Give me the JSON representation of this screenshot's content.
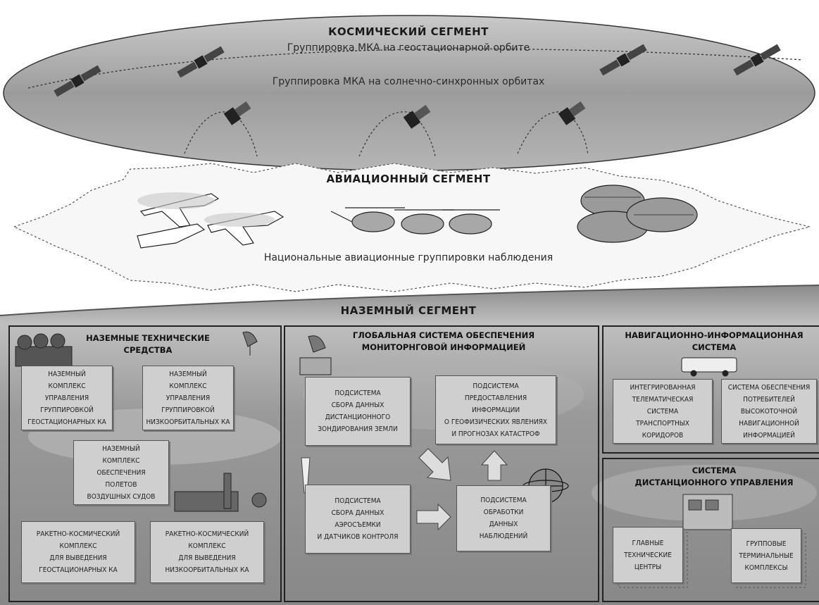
{
  "space": {
    "title": "КОСМИЧЕСКИЙ СЕГМЕНТ",
    "geo_label": "Группировка МКА на геостационарной орбите",
    "sso_label": "Группировка МКА на солнечно-синхронных орбитах"
  },
  "aviation": {
    "title": "АВИАЦИОННЫЙ СЕГМЕНТ",
    "label": "Национальные авиационные группировки наблюдения"
  },
  "ground": {
    "title": "НАЗЕМНЫЙ СЕГМЕНТ",
    "tech": {
      "title": "НАЗЕМНЫЕ ТЕХНИЧЕСКИЕ\nСРЕДСТВА",
      "boxes": [
        "НАЗЕМНЫЙ\nКОМПЛЕКС\nУПРАВЛЕНИЯ\nГРУППИРОВКОЙ\nГЕОСТАЦИОНАРНЫХ КА",
        "НАЗЕМНЫЙ\nКОМПЛЕКС\nУПРАВЛЕНИЯ\nГРУППИРОВКОЙ\nНИЗКООРБИТАЛЬНЫХ КА",
        "НАЗЕМНЫЙ\nКОМПЛЕКС\nОБЕСПЕЧЕНИЯ\nПОЛЕТОВ\nВОЗДУШНЫХ СУДОВ",
        "РАКЕТНО-КОСМИЧЕСКИЙ\nКОМПЛЕКС\nДЛЯ ВЫВЕДЕНИЯ\nГЕОСТАЦИОНАРНЫХ КА",
        "РАКЕТНО-КОСМИЧЕСКИЙ\nКОМПЛЕКС\nДЛЯ ВЫВЕДЕНИЯ\nНИЗКООРБИТАЛЬНЫХ КА"
      ]
    },
    "global": {
      "title": "ГЛОБАЛЬНАЯ СИСТЕМА ОБЕСПЕЧЕНИЯ\nМОНИТОРНГОВОЙ ИНФОРМАЦИЕЙ",
      "boxes": [
        "ПОДСИСТЕМА\nСБОРА ДАННЫХ\nДИСТАНЦИОННОГО\nЗОНДИРОВАНИЯ ЗЕМЛИ",
        "ПОДСИСТЕМА\nПРЕДОСТАВЛЕНИЯ\nИНФОРМАЦИИ\nО ГЕОФИЗИЧЕСКИХ ЯВЛЕНИЯХ\nИ ПРОГНОЗАХ КАТАСТРОФ",
        "ПОДСИСТЕМА\nСБОРА ДАННЫХ\nАЭРОСЪЕМКИ\nИ ДАТЧИКОВ КОНТРОЛЯ",
        "ПОДСИСТЕМА\nОБРАБОТКИ\nДАННЫХ\nНАБЛЮДЕНИЙ"
      ]
    },
    "nav": {
      "title": "НАВИГАЦИОННО-ИНФОРМАЦИОННАЯ\nСИСТЕМА",
      "boxes": [
        "ИНТЕГРИРОВАННАЯ\nТЕЛЕМАТИЧЕСКАЯ\nСИСТЕМА\nТРАНСПОРТНЫХ\nКОРИДОРОВ",
        "СИСТЕМА ОБЕСПЕЧЕНИЯ\nПОТРЕБИТЕЛЕЙ\nВЫСОКОТОЧНОЙ\nНАВИГАЦИОННОЙ\nИНФОРМАЦИЕЙ"
      ]
    },
    "remote": {
      "title": "СИСТЕМА\nДИСТАНЦИОННОГО УПРАВЛЕНИЯ",
      "boxes": [
        "ГЛАВНЫЕ\nТЕХНИЧЕСКИЕ\nЦЕНТРЫ",
        "ГРУППОВЫЕ\nТЕРМИНАЛЬНЫЕ\nКОМПЛЕКСЫ"
      ]
    }
  }
}
